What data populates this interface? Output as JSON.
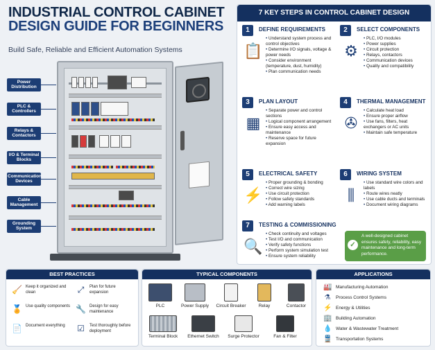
{
  "header": {
    "title_line1": "INDUSTRIAL CONTROL CABINET",
    "title_line2": "DESIGN GUIDE FOR BEGINNERS",
    "subtitle": "Build Safe, Reliable and Efficient Automation Systems"
  },
  "cabinet_labels": [
    "Power Distribution",
    "PLC & Controllers",
    "Relays & Contactors",
    "I/O & Terminal Blocks",
    "Communication Devices",
    "Cable Management",
    "Grounding System"
  ],
  "steps_panel": {
    "heading": "7 KEY STEPS IN CONTROL CABINET DESIGN",
    "steps": [
      {
        "num": "1",
        "title": "DEFINE REQUIREMENTS",
        "icon": "checklist-icon",
        "items": [
          "Understand system process and control objectives",
          "Determine I/O signals, voltage & power needs",
          "Consider environment (temperature, dust, humidity)",
          "Plan communication needs"
        ]
      },
      {
        "num": "2",
        "title": "SELECT COMPONENTS",
        "icon": "gear-icon",
        "items": [
          "PLC, I/O modules",
          "Power supplies",
          "Circuit protection",
          "Relays, contactors",
          "Communication devices",
          "Quality and compatibility"
        ]
      },
      {
        "num": "3",
        "title": "PLAN LAYOUT",
        "icon": "layout-icon",
        "items": [
          "Separate power and control sections",
          "Logical component arrangement",
          "Ensure easy access and maintenance",
          "Reserve space for future expansion"
        ]
      },
      {
        "num": "4",
        "title": "THERMAL MANAGEMENT",
        "icon": "fan-icon",
        "items": [
          "Calculate heat load",
          "Ensure proper airflow",
          "Use fans, filters, heat exchangers or AC units",
          "Maintain safe temperature"
        ]
      },
      {
        "num": "5",
        "title": "ELECTRICAL SAFETY",
        "icon": "lightning-shield-icon",
        "items": [
          "Proper grounding & bonding",
          "Correct wire sizing",
          "Use circuit protection",
          "Follow safety standards",
          "Add warning labels"
        ]
      },
      {
        "num": "6",
        "title": "WIRING SYSTEM",
        "icon": "wiring-icon",
        "items": [
          "Use standard wire colors and labels",
          "Route wires neatly",
          "Use cable ducts and terminals",
          "Document wiring diagrams"
        ]
      },
      {
        "num": "7",
        "title": "TESTING & COMMISSIONING",
        "icon": "inspect-icon",
        "items": [
          "Check continuity and voltages",
          "Test I/O and communication",
          "Verify safety functions",
          "Perform system simulation test",
          "Ensure system reliability"
        ]
      }
    ],
    "callout": "A well-designed cabinet ensures safety, reliability, easy maintenance and long-term performance."
  },
  "best_practices": {
    "heading": "BEST PRACTICES",
    "items": [
      {
        "text": "Keep it organized and clean",
        "icon": "broom-icon"
      },
      {
        "text": "Plan for future expansion",
        "icon": "expand-arrows-icon"
      },
      {
        "text": "Use quality components",
        "icon": "badge-icon"
      },
      {
        "text": "Design for easy maintenance",
        "icon": "wrench-icon"
      },
      {
        "text": "Document everything",
        "icon": "document-icon"
      },
      {
        "text": "Test thoroughly before deployment",
        "icon": "checkbox-icon"
      }
    ]
  },
  "typical_components": {
    "heading": "TYPICAL COMPONENTS",
    "items": [
      "PLC",
      "Power Supply",
      "Circuit Breaker",
      "Relay",
      "Contactor",
      "Terminal Block",
      "Ethernet Switch",
      "Surge Protector",
      "Fan & Filter"
    ]
  },
  "applications": {
    "heading": "APPLICATIONS",
    "items": [
      {
        "text": "Manufacturing Automation",
        "icon": "factory-icon"
      },
      {
        "text": "Process Control Systems",
        "icon": "process-icon"
      },
      {
        "text": "Energy & Utilities",
        "icon": "power-tower-icon"
      },
      {
        "text": "Building Automation",
        "icon": "building-icon"
      },
      {
        "text": "Water & Wastewater Treatment",
        "icon": "water-drop-icon"
      },
      {
        "text": "Transportation Systems",
        "icon": "train-icon"
      }
    ]
  },
  "colors": {
    "navy": "#14305f",
    "accent": "#1c3d74",
    "callout_green": "#5a9e47"
  }
}
